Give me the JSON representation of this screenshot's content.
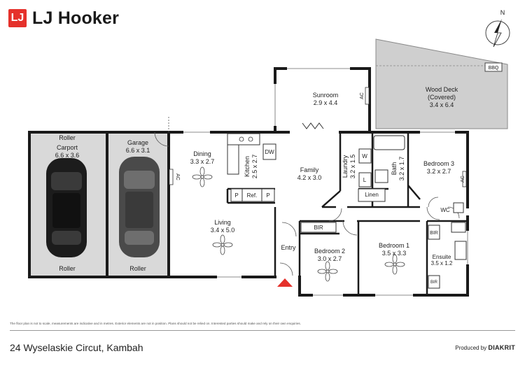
{
  "brand": {
    "name": "LJ Hooker",
    "mark": "LJ",
    "color": "#e5312b"
  },
  "address": "24 Wyselaskie Circut, Kambah",
  "producer": {
    "prefix": "Produced by",
    "name": "DIAKRIT"
  },
  "disclaimer": "The floor plan is not to scale, measurements are indicative and in metres. Exterior elements are not in position. Plans should not be relied on. Interested parties should make and rely on their own enquiries.",
  "compass": {
    "label": "N"
  },
  "rooms": {
    "carport": {
      "name": "Carport",
      "dims": "6.6 x 3.6"
    },
    "carport_roller_top": "Roller",
    "carport_roller_bottom": "Roller",
    "garage": {
      "name": "Garage",
      "dims": "6.6 x 3.1"
    },
    "garage_roller": "Roller",
    "dining": {
      "name": "Dining",
      "dims": "3.3 x 2.7"
    },
    "kitchen": {
      "name": "Kitchen",
      "dims": "2.5 x 2.7"
    },
    "living": {
      "name": "Living",
      "dims": "3.4 x 5.0"
    },
    "family": {
      "name": "Family",
      "dims": "4.2 x 3.0"
    },
    "sunroom": {
      "name": "Sunroom",
      "dims": "2.9 x 4.4"
    },
    "deck": {
      "name": "Wood Deck",
      "note": "(Covered)",
      "dims": "3.4 x 6.4"
    },
    "laundry": {
      "name": "Laundry",
      "dims": "3.2 x 1.5"
    },
    "bath": {
      "name": "Bath",
      "dims": "3.2 x 1.7"
    },
    "bedroom3": {
      "name": "Bedroom 3",
      "dims": "3.2 x 2.7"
    },
    "bedroom2": {
      "name": "Bedroom 2",
      "dims": "3.0 x 2.7"
    },
    "bedroom1": {
      "name": "Bedroom 1",
      "dims": "3.5 x 3.3"
    },
    "ensuite": {
      "name": "Ensuite",
      "dims": "3.5 x 1.2"
    },
    "entry": {
      "name": "Entry"
    },
    "linen": {
      "name": "Linen"
    },
    "wc": {
      "name": "WC"
    }
  },
  "fixtures": {
    "ac": "AC",
    "dw": "DW",
    "pantry": "P",
    "ref": "Ref.",
    "bir": "BIR",
    "washer": "W",
    "laundry_tub": "L",
    "bbq": "BBQ"
  },
  "colors": {
    "wall": "#1a1a1a",
    "floor_garage": "#d9d9d9",
    "deck": "#cfcfcf",
    "entry_marker": "#e5312b"
  }
}
